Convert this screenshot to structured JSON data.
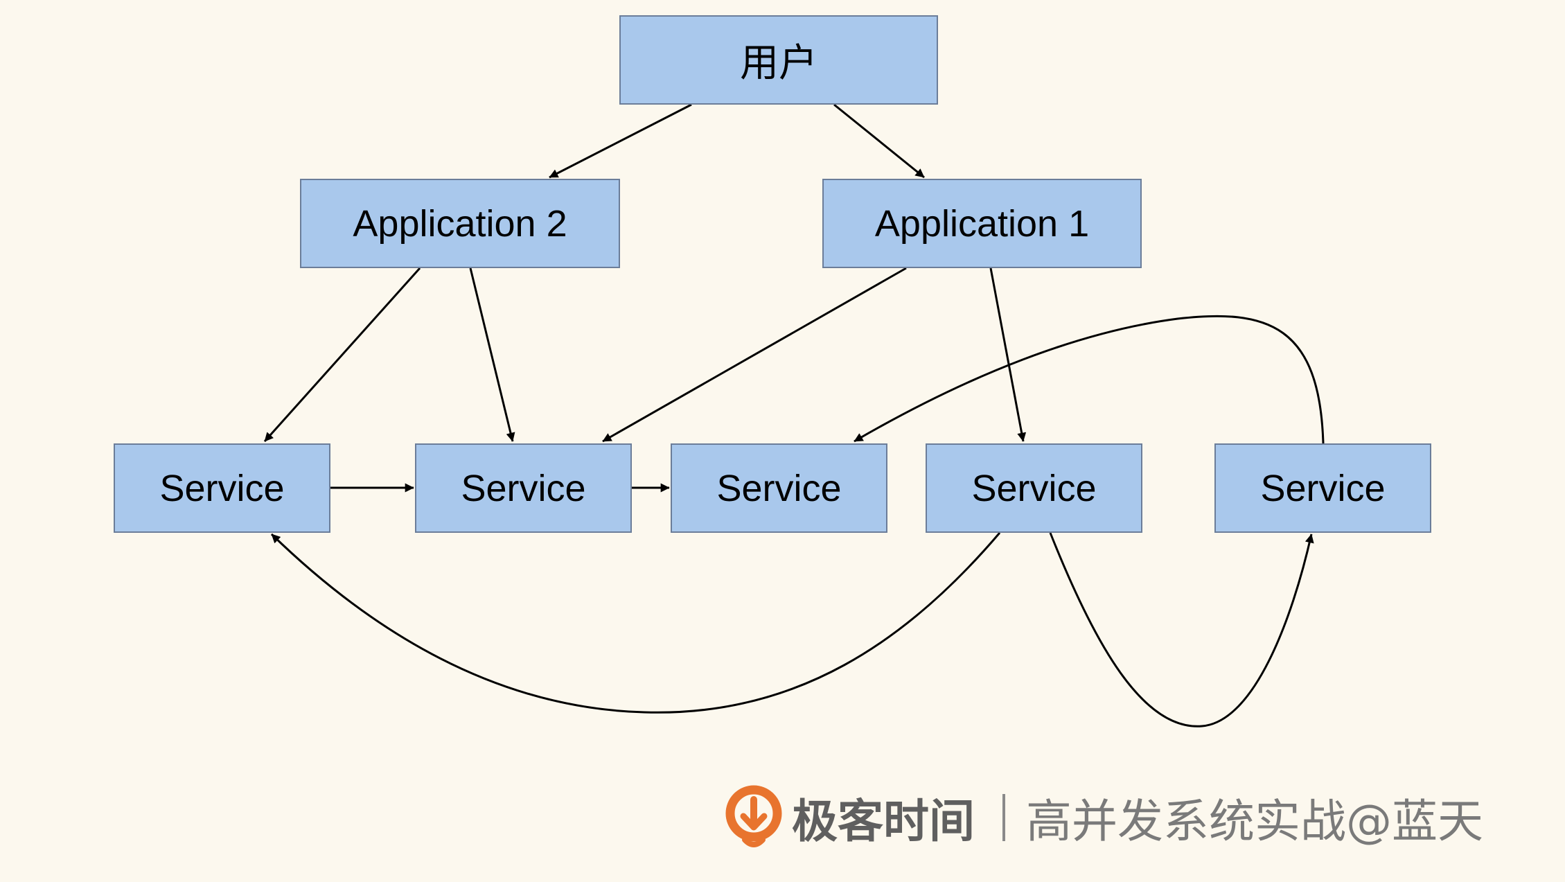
{
  "nodes": {
    "user": "用户",
    "app2": "Application 2",
    "app1": "Application 1",
    "service_1": "Service",
    "service_2": "Service",
    "service_3": "Service",
    "service_4": "Service",
    "service_5": "Service"
  },
  "edges": [
    {
      "from": "user",
      "to": "app2"
    },
    {
      "from": "user",
      "to": "app1"
    },
    {
      "from": "app2",
      "to": "service_1"
    },
    {
      "from": "app2",
      "to": "service_2"
    },
    {
      "from": "app1",
      "to": "service_2"
    },
    {
      "from": "app1",
      "to": "service_4"
    },
    {
      "from": "service_1",
      "to": "service_2"
    },
    {
      "from": "service_2",
      "to": "service_3"
    },
    {
      "from": "service_5",
      "to": "service_3"
    },
    {
      "from": "service_4",
      "to": "service_1"
    },
    {
      "from": "service_4",
      "to": "service_5"
    }
  ],
  "colors": {
    "background": "#fcf8ee",
    "node_fill": "#a9c8ec",
    "node_border": "#6b7d99",
    "edge": "#000000",
    "logo_orange": "#e8742e"
  },
  "watermark": {
    "logo_icon": "geekbang-logo-icon",
    "brand": "极客时间",
    "course": "高并发系统实战@蓝天"
  }
}
